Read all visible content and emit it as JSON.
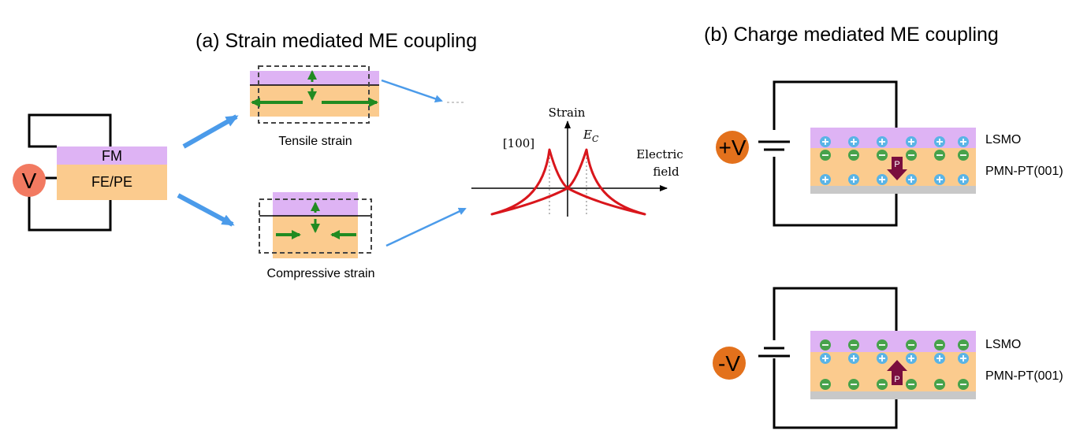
{
  "panel_a": {
    "title": "(a) Strain mediated ME coupling",
    "voltage_label": "V",
    "fm_label": "FM",
    "fe_label": "FE/PE",
    "tensile_label": "Tensile strain",
    "compressive_label": "Compressive strain",
    "graph": {
      "y_axis_label": "Strain",
      "x_axis_label_line1": "Electric",
      "x_axis_label_line2": "field",
      "direction_label": "[100]",
      "coercive_label": "E",
      "coercive_sub": "C"
    }
  },
  "panel_b": {
    "title": "(b) Charge mediated ME coupling",
    "top_voltage_label": "+V",
    "bottom_voltage_label": "-V",
    "lsmo_label": "LSMO",
    "pmnpt_label": "PMN-PT(001)",
    "polarization_label": "P"
  },
  "colors": {
    "fm_layer": "#deb3f4",
    "fe_layer": "#fbcb8e",
    "strain_arrow": "#218b21",
    "flow_arrow": "#4b9bea",
    "hysteresis": "#d9161c",
    "voltage_source_a": "#f27a61",
    "voltage_source_b": "#e3711c",
    "polarization": "#7a0e3e",
    "positive_charge": "#5ab4e6",
    "negative_charge": "#47a24b",
    "substrate": "#c8c8c8"
  }
}
